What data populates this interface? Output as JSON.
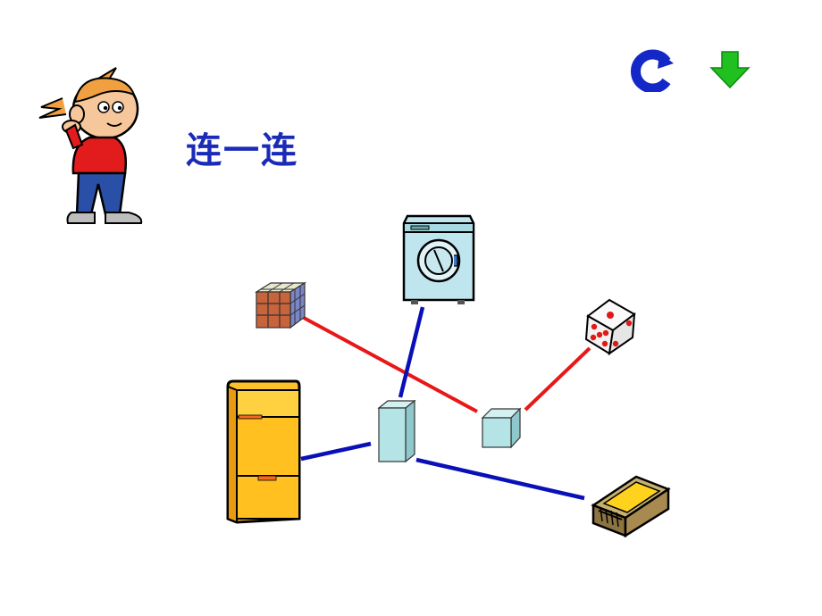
{
  "title": "连一连",
  "controls": {
    "replay_icon": "replay-arrow-icon",
    "next_icon": "down-arrow-icon"
  },
  "colors": {
    "title": "#1a2bb8",
    "cube_lines": "#e81818",
    "cuboid_lines": "#0a10b8",
    "replay_icon": "#1428c8",
    "next_icon": "#1fc01f"
  },
  "objects": [
    "boy-character",
    "rubiks-cube",
    "washing-machine",
    "dice",
    "refrigerator",
    "matchbox",
    "cuboid-shape",
    "cube-shape"
  ]
}
